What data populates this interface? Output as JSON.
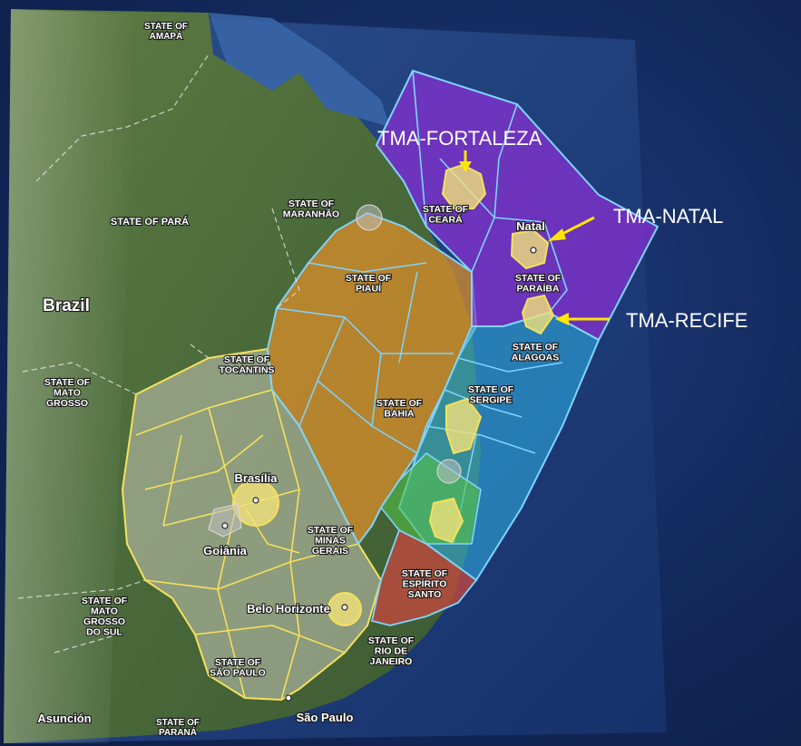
{
  "map": {
    "country_label": "Brazil",
    "state_labels": [
      {
        "id": "amapa",
        "lines": [
          "STATE OF",
          "AMAPÁ"
        ]
      },
      {
        "id": "para",
        "lines": [
          "STATE OF PARÁ"
        ]
      },
      {
        "id": "maranhao",
        "lines": [
          "STATE OF",
          "MARANHÃO"
        ]
      },
      {
        "id": "ceara",
        "lines": [
          "STATE OF",
          "CEARÁ"
        ]
      },
      {
        "id": "piaui",
        "lines": [
          "STATE OF",
          "PIAUÍ"
        ]
      },
      {
        "id": "paraiba",
        "lines": [
          "STATE OF",
          "PARAÍBA"
        ]
      },
      {
        "id": "alagoas",
        "lines": [
          "STATE OF",
          "ALAGOAS"
        ]
      },
      {
        "id": "tocantins",
        "lines": [
          "STATE OF",
          "TOCANTINS"
        ]
      },
      {
        "id": "sergipe",
        "lines": [
          "STATE OF",
          "SERGIPE"
        ]
      },
      {
        "id": "bahia",
        "lines": [
          "STATE OF",
          "BAHIA"
        ]
      },
      {
        "id": "mato-grosso",
        "lines": [
          "STATE OF",
          "MATO",
          "GROSSO"
        ]
      },
      {
        "id": "minas-gerais",
        "lines": [
          "STATE OF",
          "MINAS",
          "GERAIS"
        ]
      },
      {
        "id": "espirito-santo",
        "lines": [
          "STATE OF",
          "ESPÍRITO",
          "SANTO"
        ]
      },
      {
        "id": "mato-grosso-do-sul",
        "lines": [
          "STATE OF",
          "MATO",
          "GROSSO",
          "DO SUL"
        ]
      },
      {
        "id": "rio-de-janeiro",
        "lines": [
          "STATE OF",
          "RIO DE",
          "JANEIRO"
        ]
      },
      {
        "id": "sao-paulo-state",
        "lines": [
          "STATE OF",
          "SÃO PAULO"
        ]
      },
      {
        "id": "parana",
        "lines": [
          "STATE OF",
          "PARANÁ"
        ]
      }
    ],
    "city_labels": [
      {
        "id": "natal",
        "text": "Natal"
      },
      {
        "id": "brasilia",
        "text": "Brasília"
      },
      {
        "id": "goiania",
        "text": "Goiânia"
      },
      {
        "id": "belo-horizonte",
        "text": "Belo Horizonte"
      },
      {
        "id": "sao-paulo",
        "text": "São Paulo"
      },
      {
        "id": "asuncion",
        "text": "Asunción"
      }
    ],
    "annotations": [
      {
        "id": "tma-fortaleza",
        "text": "TMA-FORTALEZA"
      },
      {
        "id": "tma-natal",
        "text": "TMA-NATAL"
      },
      {
        "id": "tma-recife",
        "text": "TMA-RECIFE"
      }
    ],
    "colors": {
      "ocean": "#13295c",
      "land": "#4f6b3c",
      "northeast_sector": "#8a2fd6",
      "bahia_sector": "#e0902a",
      "coastal_sector": "#2fb3e8",
      "green_sector": "#54c24a",
      "red_sector": "#c8483e",
      "west_sector": "#c9c9b8",
      "boundary_yellow": "#f5e15a",
      "boundary_blue": "#7fd4ff",
      "arrow": "#ffe600"
    }
  }
}
